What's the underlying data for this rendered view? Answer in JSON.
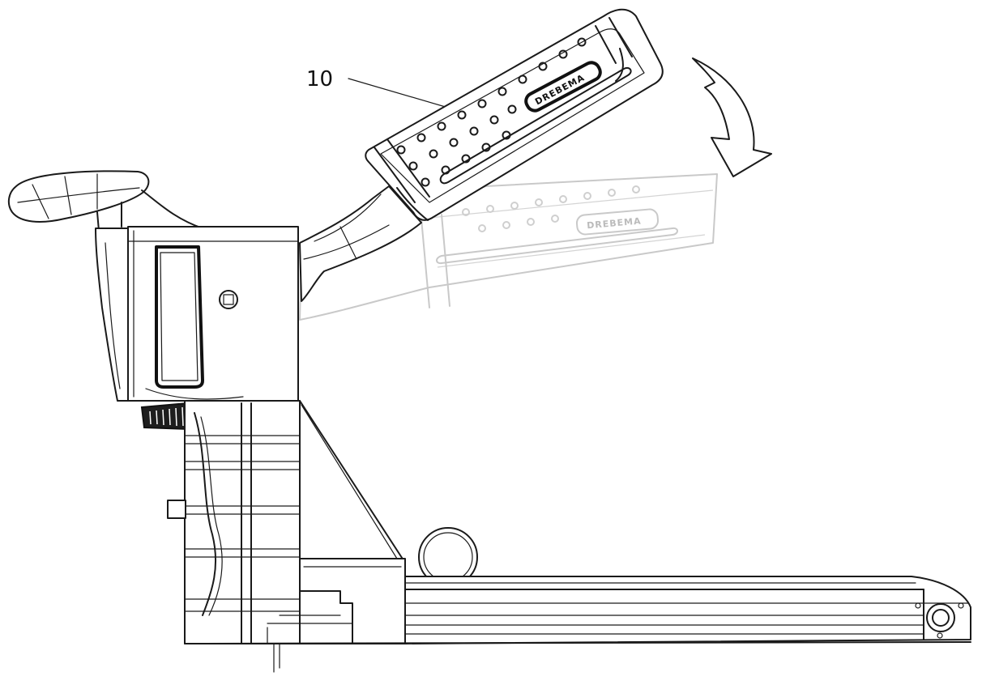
{
  "figure": {
    "reference_numeral": "10",
    "brand_plate_text": "DREBEMA",
    "ghost_brand_plate_text": "DREBEMA"
  }
}
